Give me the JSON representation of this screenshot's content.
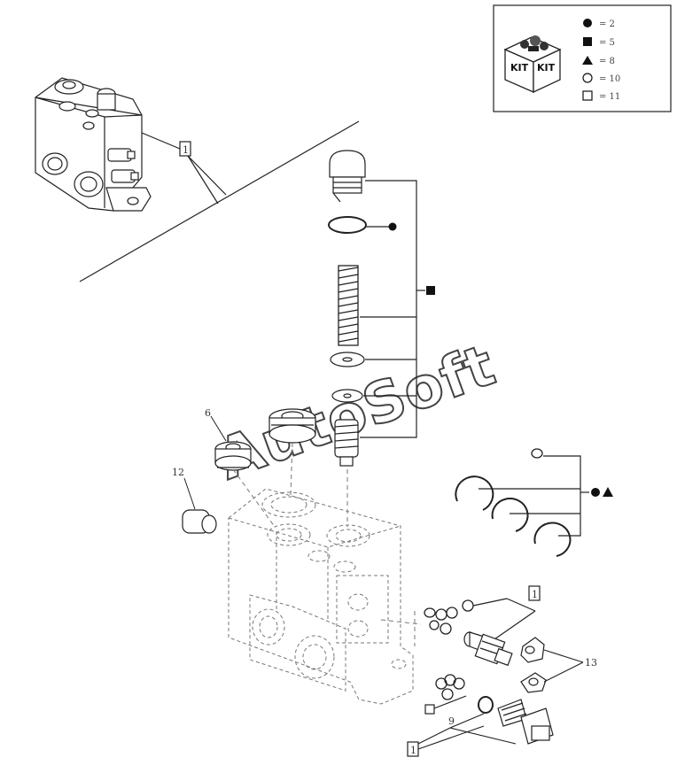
{
  "watermark": "AutoSoft",
  "kit_legend": {
    "badge_text": [
      "KIT",
      "KIT"
    ],
    "entries": [
      {
        "symbol": "filled-circle",
        "text": "= 2"
      },
      {
        "symbol": "filled-square",
        "text": "= 5"
      },
      {
        "symbol": "filled-triangle",
        "text": "= 8"
      },
      {
        "symbol": "open-circle",
        "text": "= 10"
      },
      {
        "symbol": "open-square",
        "text": "= 11"
      }
    ]
  },
  "callouts": {
    "ref_box_top": "1",
    "ref_box_right": "1",
    "ref_box_bottom": "1",
    "item_6": "6",
    "item_12": "12",
    "item_13": "13",
    "item_9": "9"
  },
  "colors": {
    "ink": "#222222",
    "dash": "#777777",
    "paper": "#ffffff"
  }
}
